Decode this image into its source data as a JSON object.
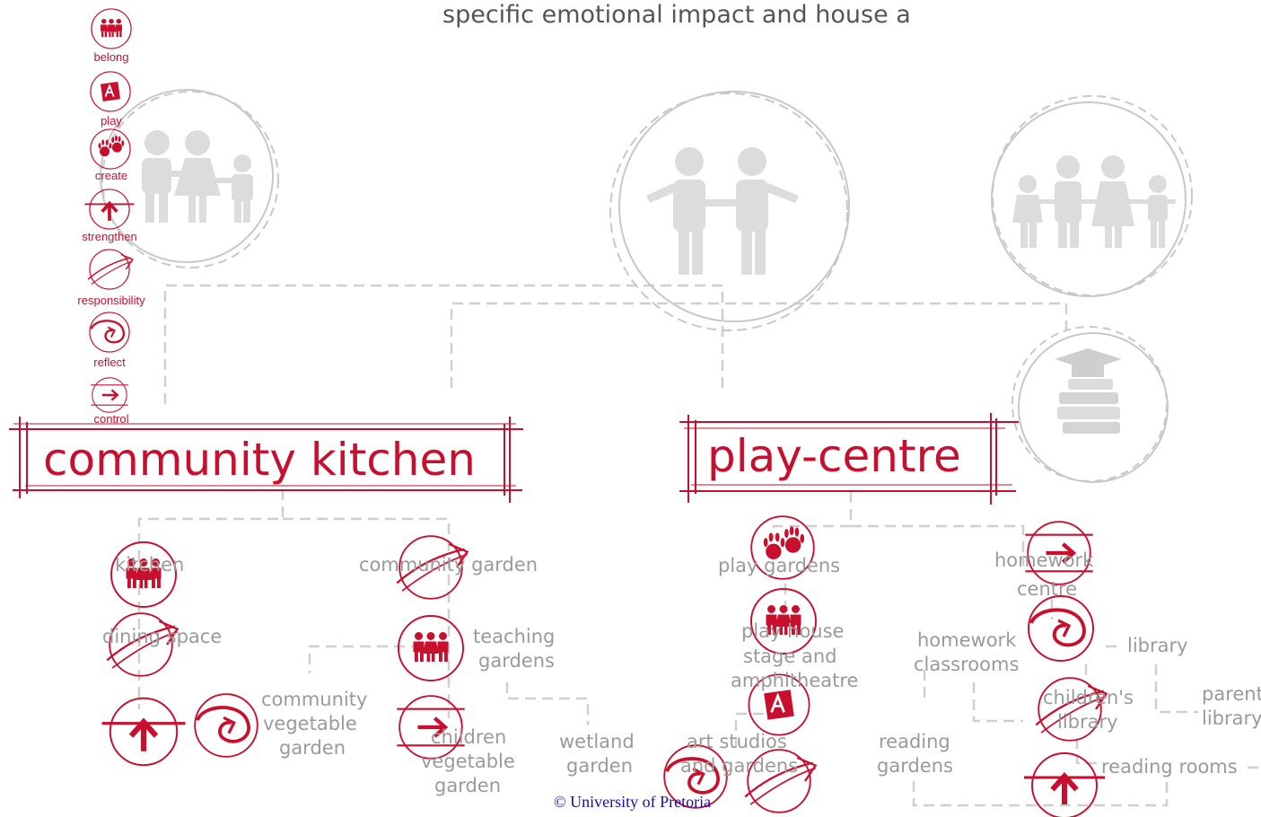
{
  "heading": "specific emotional impact and house a",
  "legend": [
    {
      "label": "belong",
      "icon": "family-icon"
    },
    {
      "label": "play",
      "icon": "alphabet-block-icon"
    },
    {
      "label": "create",
      "icon": "handprints-icon"
    },
    {
      "label": "strengthen",
      "icon": "up-arrow-icon"
    },
    {
      "label": "responsibility",
      "icon": "curved-arrow-icon"
    },
    {
      "label": "reflect",
      "icon": "spiral-icon"
    },
    {
      "label": "control",
      "icon": "right-arrow-icon"
    }
  ],
  "facilities": {
    "community_kitchen": {
      "title": "community kitchen",
      "items": {
        "kitchen": "kitchen",
        "dining": "dining space",
        "community_garden": "community garden",
        "teaching_l1": "teaching",
        "teaching_l2": "gardens",
        "cvg_l1": "community",
        "cvg_l2": "vegetable",
        "cvg_l3": "garden",
        "children_l1": "children",
        "children_l2": "vegetable",
        "children_l3": "garden",
        "wetland_l1": "wetland",
        "wetland_l2": "garden"
      }
    },
    "play_centre": {
      "title": "play-centre",
      "items": {
        "play_gardens": "play gardens",
        "playhouse_l1": "play house",
        "playhouse_l2": "stage and",
        "playhouse_l3": "amphitheatre",
        "art_l1": "art studios",
        "art_l2": "and gardens",
        "homework_centre_l1": "homework",
        "homework_centre_l2": "centre",
        "homework_class_l1": "homework",
        "homework_class_l2": "classrooms",
        "library": "library",
        "childrens_l1": "children's",
        "childrens_l2": "library",
        "parent_l1": "parent",
        "parent_l2": "library",
        "reading_gardens_l1": "reading",
        "reading_gardens_l2": "gardens",
        "reading_rooms": "reading rooms"
      }
    }
  },
  "credit": "© University of Pretoria",
  "colors": {
    "accent": "#c8102e",
    "muted": "#9a9a9a",
    "silhouette": "#dcdcdc",
    "connector": "#cfcfcf"
  }
}
